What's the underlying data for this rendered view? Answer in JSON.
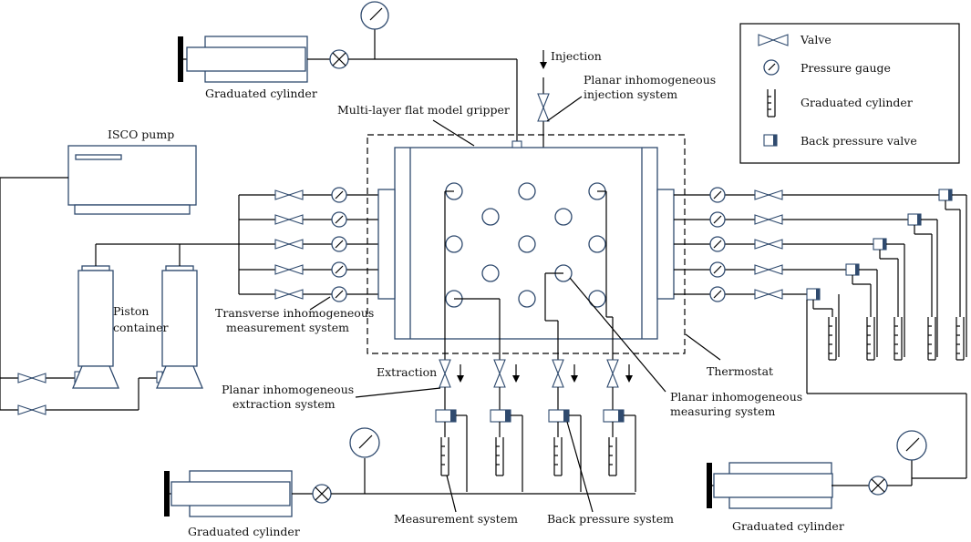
{
  "legend": {
    "items": [
      {
        "icon": "valve-icon",
        "label": "Valve"
      },
      {
        "icon": "pressure-gauge-icon",
        "label": "Pressure gauge"
      },
      {
        "icon": "graduated-cylinder-icon",
        "label": "Graduated cylinder"
      },
      {
        "icon": "back-pressure-valve-icon",
        "label": "Back pressure valve"
      }
    ]
  },
  "labels": {
    "graduated_cylinder": "Graduated cylinder",
    "isco_pump": "ISCO pump",
    "piston_line1": "Piston",
    "piston_line2": "container",
    "injection": "Injection",
    "planar_injection_line1": "Planar inhomogeneous",
    "planar_injection_line2": "injection system",
    "gripper": "Multi-layer flat model gripper",
    "transverse_line1": "Transverse inhomogeneous",
    "transverse_line2": "measurement system",
    "extraction": "Extraction",
    "planar_extraction_line1": "Planar inhomogeneous",
    "planar_extraction_line2": "extraction system",
    "thermostat": "Thermostat",
    "planar_measuring_line1": "Planar inhomogeneous",
    "planar_measuring_line2": "measuring system",
    "measurement_system": "Measurement system",
    "back_pressure_system": "Back pressure system"
  },
  "colors": {
    "equipment_stroke": "#2f4a6e",
    "line": "#000000"
  }
}
